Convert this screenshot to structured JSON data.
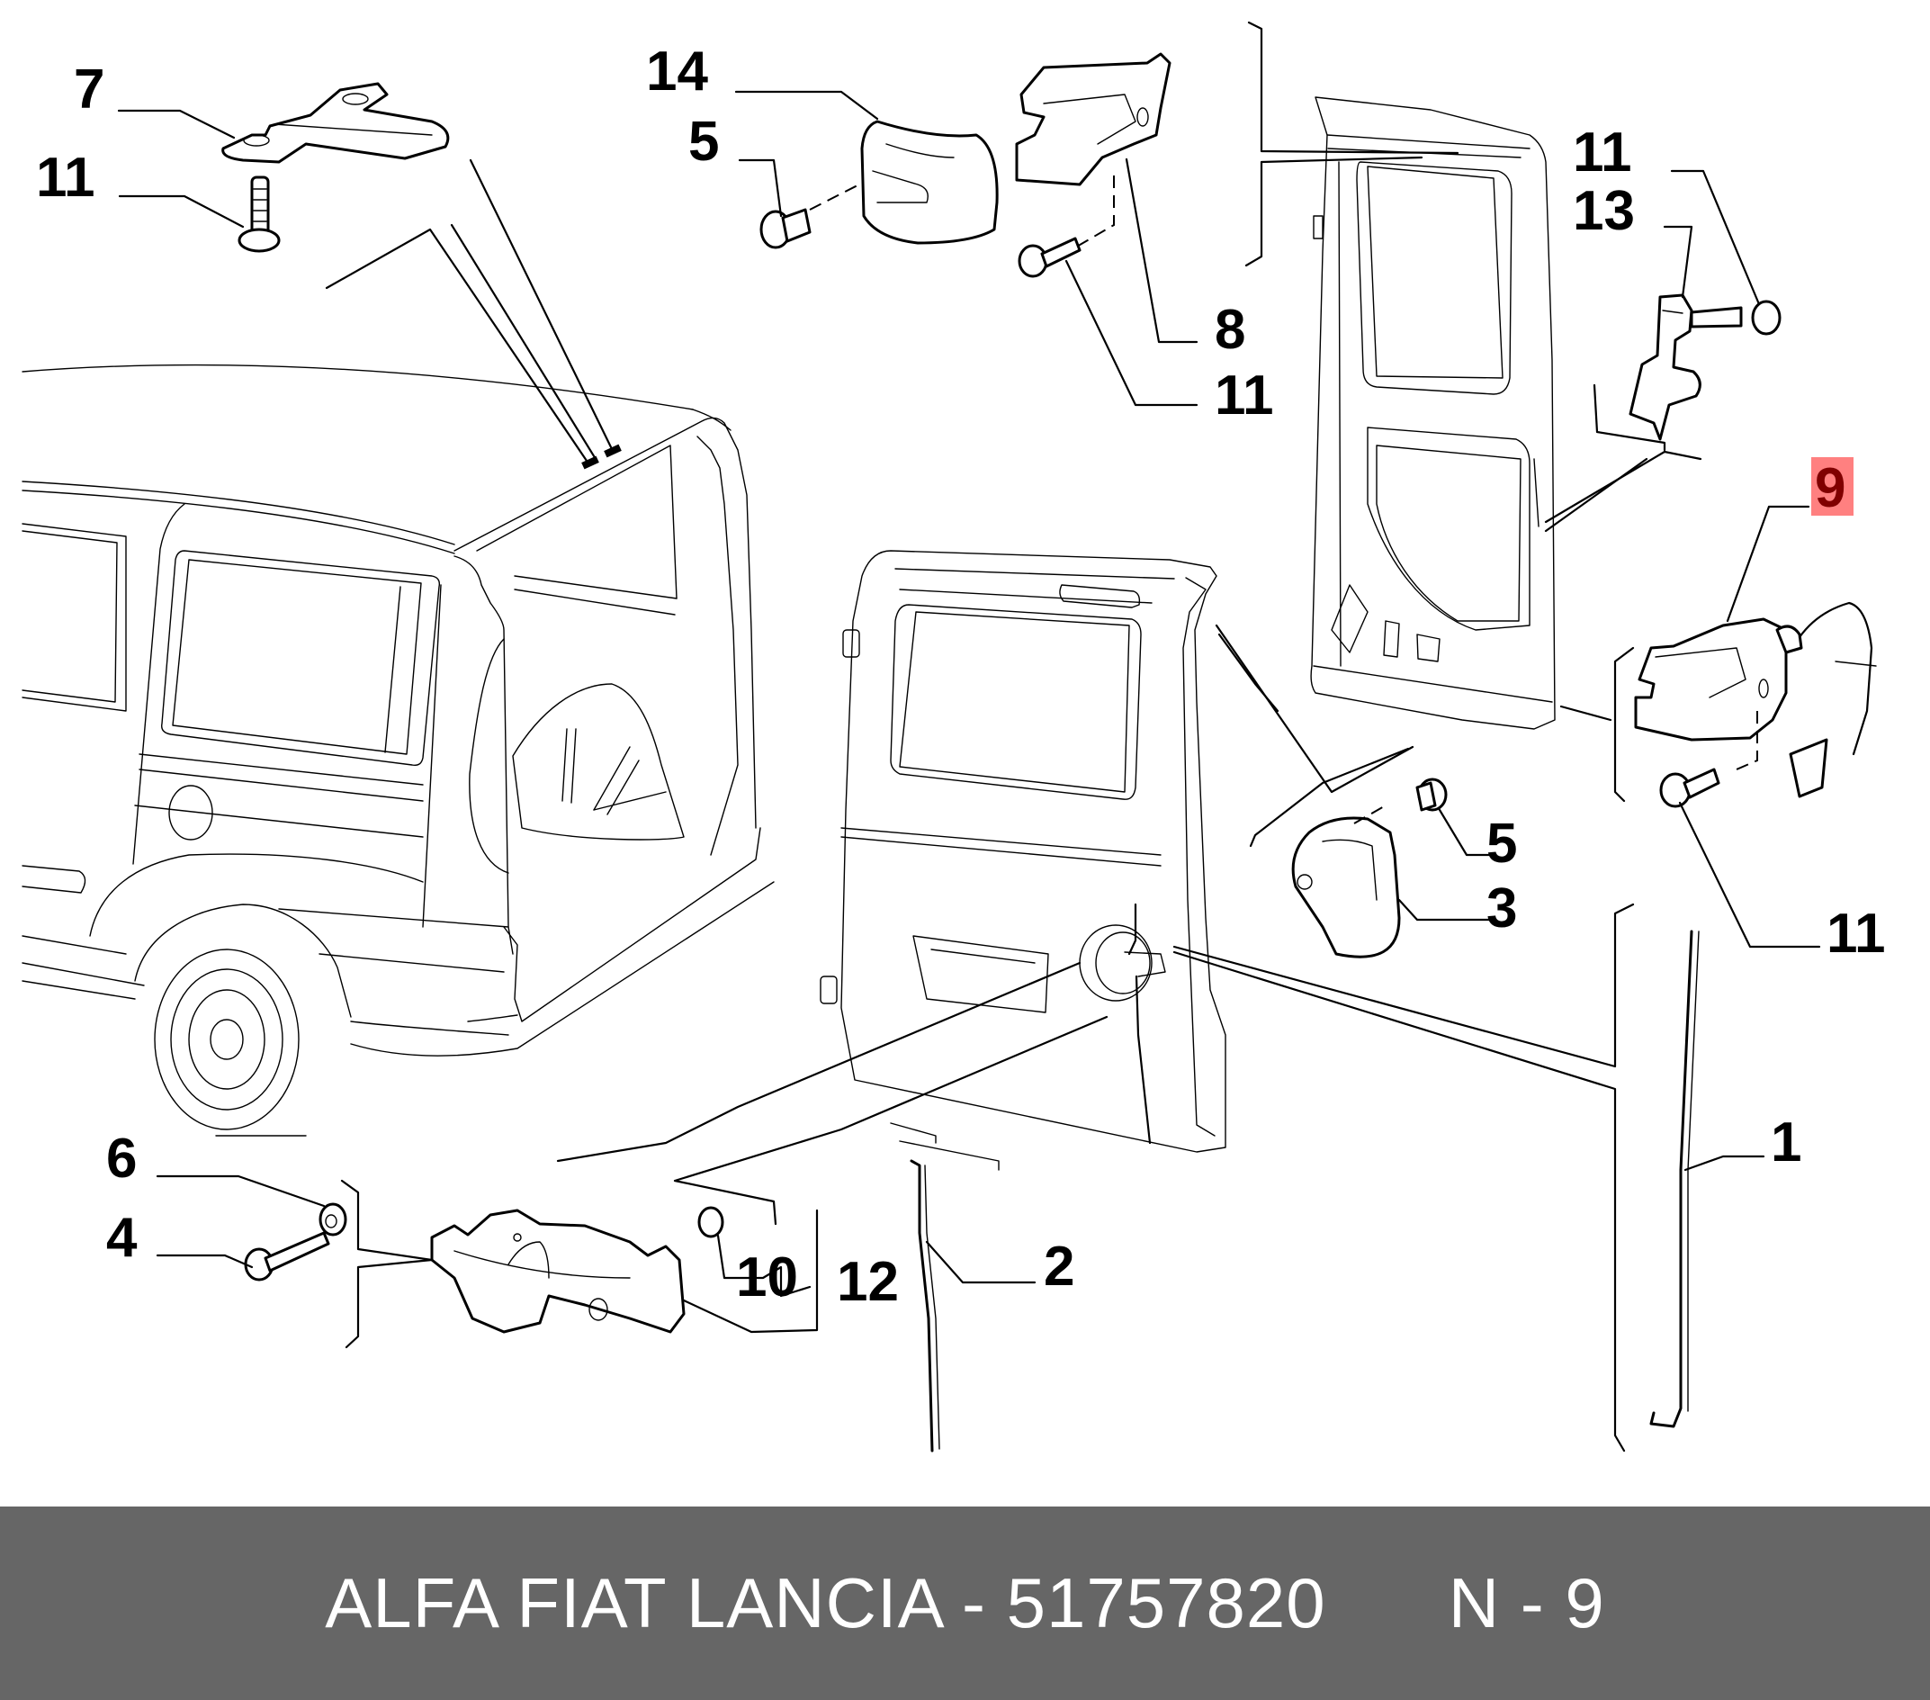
{
  "footer": {
    "brand": "ALFA FIAT LANCIA",
    "separator": " - ",
    "part_number": "51757820",
    "ref_label": "N - 9"
  },
  "callouts": {
    "c7": "7",
    "c11_top_left": "11",
    "c14": "14",
    "c5_top": "5",
    "c8": "8",
    "c11_mid": "11",
    "c11_top_right": "11",
    "c13": "13",
    "c9": "9",
    "c5_right": "5",
    "c3": "3",
    "c11_right": "11",
    "c1": "1",
    "c6": "6",
    "c4": "4",
    "c10": "10",
    "c12": "12",
    "c2": "2"
  },
  "highlight": {
    "callout": "9",
    "box_color": "#ff8080",
    "text_color": "#800000"
  },
  "colors": {
    "footer_bg": "#666666",
    "footer_text": "#ffffff",
    "line": "#000000"
  }
}
